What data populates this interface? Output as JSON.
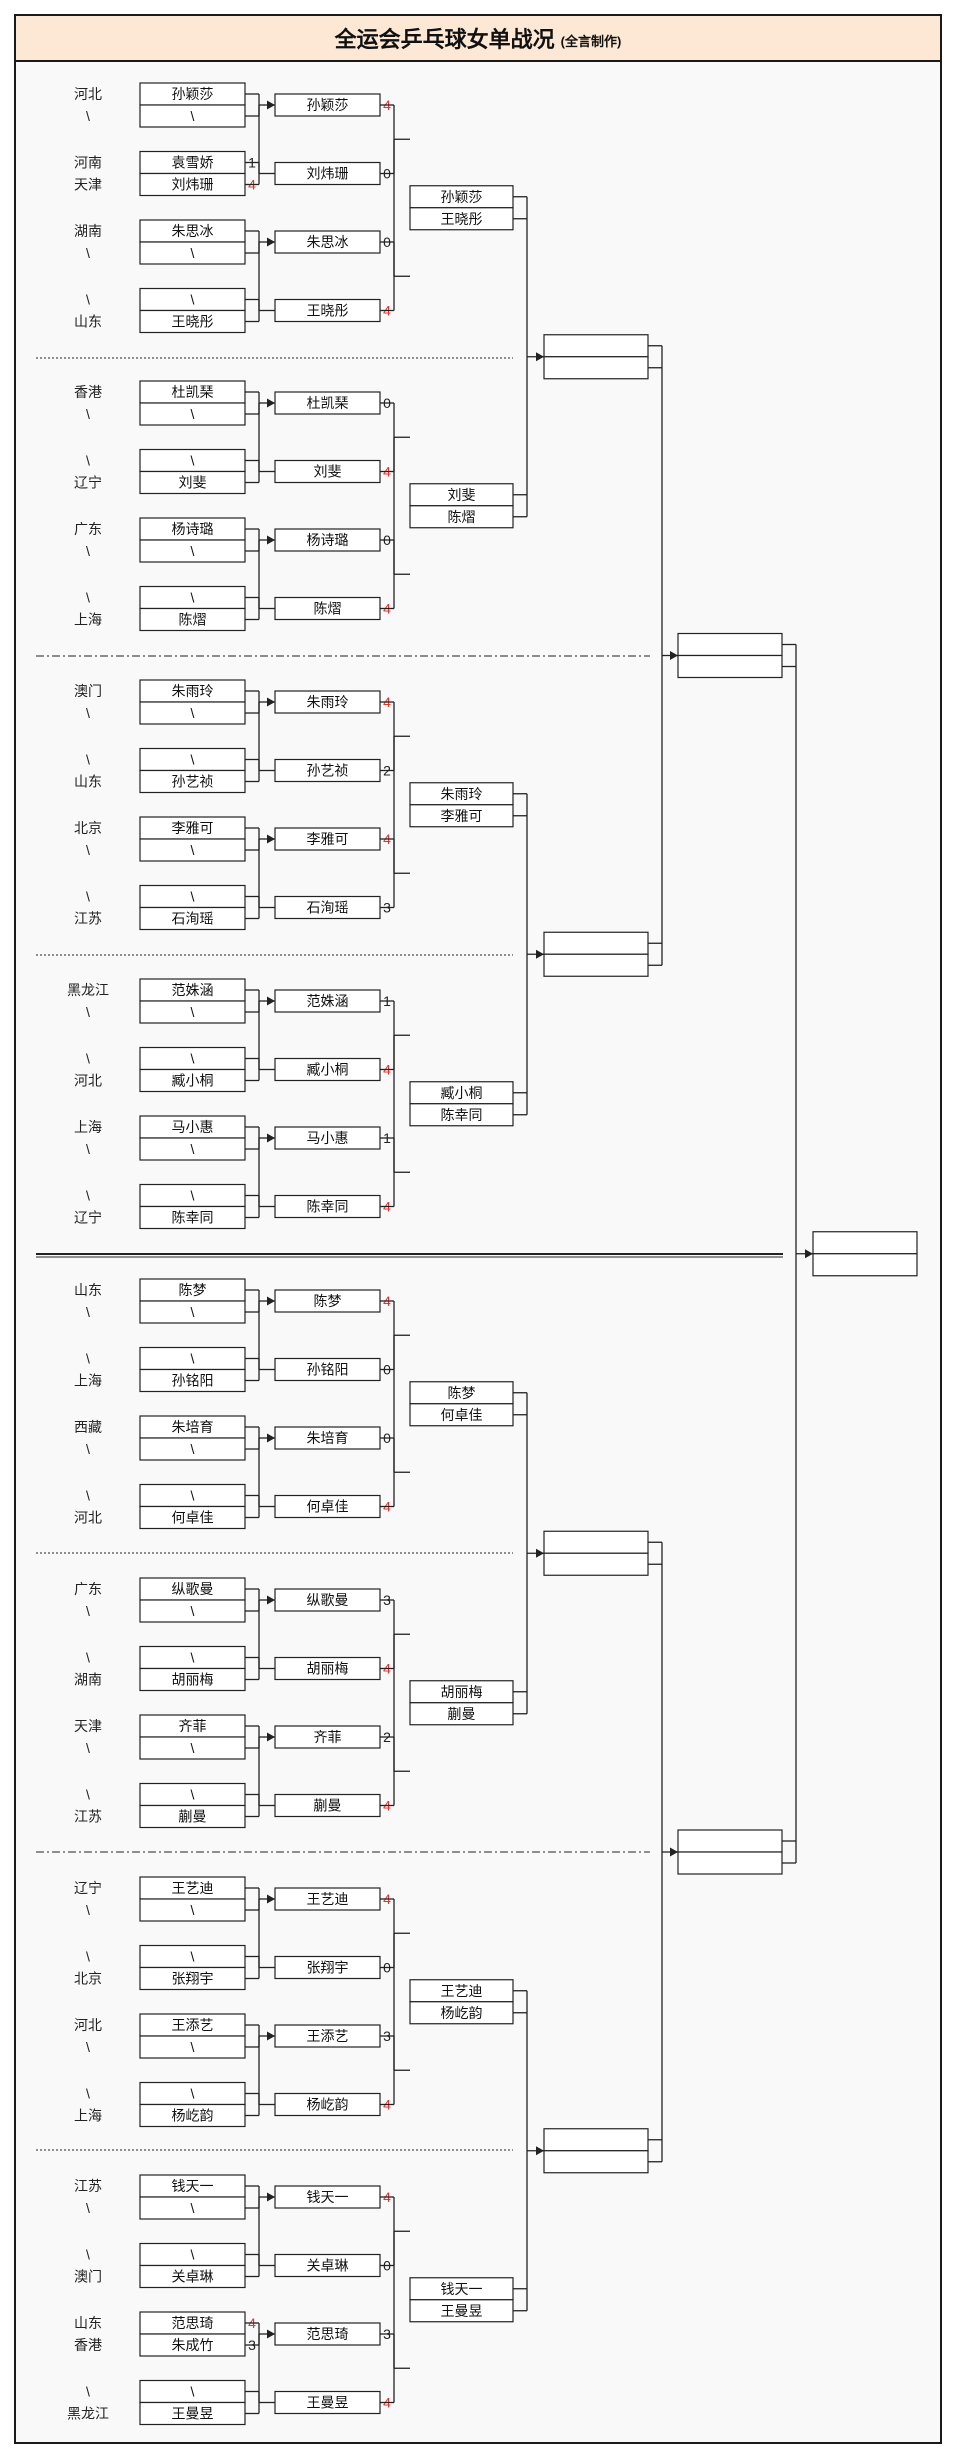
{
  "header": {
    "title": "全运会乒乓球女单战况",
    "subtitle": "(全言制作)"
  },
  "colors": {
    "header_bg": "#fde8d5",
    "win": "#e8322e",
    "lose": "#222222",
    "line": "#222222"
  },
  "bracket": {
    "round1": [
      [
        [
          "孙颖莎",
          "河北",
          null
        ],
        [
          "\\",
          "\\",
          null
        ]
      ],
      [
        [
          "袁雪娇",
          "河南",
          "1"
        ],
        [
          "刘炜珊",
          "天津",
          "4"
        ]
      ],
      [
        [
          "朱思冰",
          "湖南",
          null
        ],
        [
          "\\",
          "\\",
          null
        ]
      ],
      [
        [
          "\\",
          "\\",
          null
        ],
        [
          "王晓彤",
          "山东",
          null
        ]
      ],
      [
        [
          "杜凯琹",
          "香港",
          null
        ],
        [
          "\\",
          "\\",
          null
        ]
      ],
      [
        [
          "\\",
          "\\",
          null
        ],
        [
          "刘斐",
          "辽宁",
          null
        ]
      ],
      [
        [
          "杨诗璐",
          "广东",
          null
        ],
        [
          "\\",
          "\\",
          null
        ]
      ],
      [
        [
          "\\",
          "\\",
          null
        ],
        [
          "陈熠",
          "上海",
          null
        ]
      ],
      [
        [
          "朱雨玲",
          "澳门",
          null
        ],
        [
          "\\",
          "\\",
          null
        ]
      ],
      [
        [
          "\\",
          "\\",
          null
        ],
        [
          "孙艺祯",
          "山东",
          null
        ]
      ],
      [
        [
          "李雅可",
          "北京",
          null
        ],
        [
          "\\",
          "\\",
          null
        ]
      ],
      [
        [
          "\\",
          "\\",
          null
        ],
        [
          "石洵瑶",
          "江苏",
          null
        ]
      ],
      [
        [
          "范姝涵",
          "黑龙江",
          null
        ],
        [
          "\\",
          "\\",
          null
        ]
      ],
      [
        [
          "\\",
          "\\",
          null
        ],
        [
          "臧小桐",
          "河北",
          null
        ]
      ],
      [
        [
          "马小惠",
          "上海",
          null
        ],
        [
          "\\",
          "\\",
          null
        ]
      ],
      [
        [
          "\\",
          "\\",
          null
        ],
        [
          "陈幸同",
          "辽宁",
          null
        ]
      ],
      [
        [
          "陈梦",
          "山东",
          null
        ],
        [
          "\\",
          "\\",
          null
        ]
      ],
      [
        [
          "\\",
          "\\",
          null
        ],
        [
          "孙铭阳",
          "上海",
          null
        ]
      ],
      [
        [
          "朱培育",
          "西藏",
          null
        ],
        [
          "\\",
          "\\",
          null
        ]
      ],
      [
        [
          "\\",
          "\\",
          null
        ],
        [
          "何卓佳",
          "河北",
          null
        ]
      ],
      [
        [
          "纵歌曼",
          "广东",
          null
        ],
        [
          "\\",
          "\\",
          null
        ]
      ],
      [
        [
          "\\",
          "\\",
          null
        ],
        [
          "胡丽梅",
          "湖南",
          null
        ]
      ],
      [
        [
          "齐菲",
          "天津",
          null
        ],
        [
          "\\",
          "\\",
          null
        ]
      ],
      [
        [
          "\\",
          "\\",
          null
        ],
        [
          "蒯曼",
          "江苏",
          null
        ]
      ],
      [
        [
          "王艺迪",
          "辽宁",
          null
        ],
        [
          "\\",
          "\\",
          null
        ]
      ],
      [
        [
          "\\",
          "\\",
          null
        ],
        [
          "张翔宇",
          "北京",
          null
        ]
      ],
      [
        [
          "王添艺",
          "河北",
          null
        ],
        [
          "\\",
          "\\",
          null
        ]
      ],
      [
        [
          "\\",
          "\\",
          null
        ],
        [
          "杨屹韵",
          "上海",
          null
        ]
      ],
      [
        [
          "钱天一",
          "江苏",
          null
        ],
        [
          "\\",
          "\\",
          null
        ]
      ],
      [
        [
          "\\",
          "\\",
          null
        ],
        [
          "关卓琳",
          "澳门",
          null
        ]
      ],
      [
        [
          "范思琦",
          "山东",
          "4"
        ],
        [
          "朱成竹",
          "香港",
          "3"
        ]
      ],
      [
        [
          "\\",
          "\\",
          null
        ],
        [
          "王曼昱",
          "黑龙江",
          null
        ]
      ]
    ],
    "round2": [
      [
        [
          "孙颖莎",
          "4"
        ],
        [
          "刘炜珊",
          "0"
        ]
      ],
      [
        [
          "朱思冰",
          "0"
        ],
        [
          "王晓彤",
          "4"
        ]
      ],
      [
        [
          "杜凯琹",
          "0"
        ],
        [
          "刘斐",
          "4"
        ]
      ],
      [
        [
          "杨诗璐",
          "0"
        ],
        [
          "陈熠",
          "4"
        ]
      ],
      [
        [
          "朱雨玲",
          "4"
        ],
        [
          "孙艺祯",
          "2"
        ]
      ],
      [
        [
          "李雅可",
          "4"
        ],
        [
          "石洵瑶",
          "3"
        ]
      ],
      [
        [
          "范姝涵",
          "1"
        ],
        [
          "臧小桐",
          "4"
        ]
      ],
      [
        [
          "马小惠",
          "1"
        ],
        [
          "陈幸同",
          "4"
        ]
      ],
      [
        [
          "陈梦",
          "4"
        ],
        [
          "孙铭阳",
          "0"
        ]
      ],
      [
        [
          "朱培育",
          "0"
        ],
        [
          "何卓佳",
          "4"
        ]
      ],
      [
        [
          "纵歌曼",
          "3"
        ],
        [
          "胡丽梅",
          "4"
        ]
      ],
      [
        [
          "齐菲",
          "2"
        ],
        [
          "蒯曼",
          "4"
        ]
      ],
      [
        [
          "王艺迪",
          "4"
        ],
        [
          "张翔宇",
          "0"
        ]
      ],
      [
        [
          "王添艺",
          "3"
        ],
        [
          "杨屹韵",
          "4"
        ]
      ],
      [
        [
          "钱天一",
          "4"
        ],
        [
          "关卓琳",
          "0"
        ]
      ],
      [
        [
          "范思琦",
          "3"
        ],
        [
          "王曼昱",
          "4"
        ]
      ]
    ],
    "round3": [
      [
        "孙颖莎",
        "王晓彤"
      ],
      [
        "刘斐",
        "陈熠"
      ],
      [
        "朱雨玲",
        "李雅可"
      ],
      [
        "臧小桐",
        "陈幸同"
      ],
      [
        "陈梦",
        "何卓佳"
      ],
      [
        "胡丽梅",
        "蒯曼"
      ],
      [
        "王艺迪",
        "杨屹韵"
      ],
      [
        "钱天一",
        "王曼昱"
      ]
    ]
  }
}
